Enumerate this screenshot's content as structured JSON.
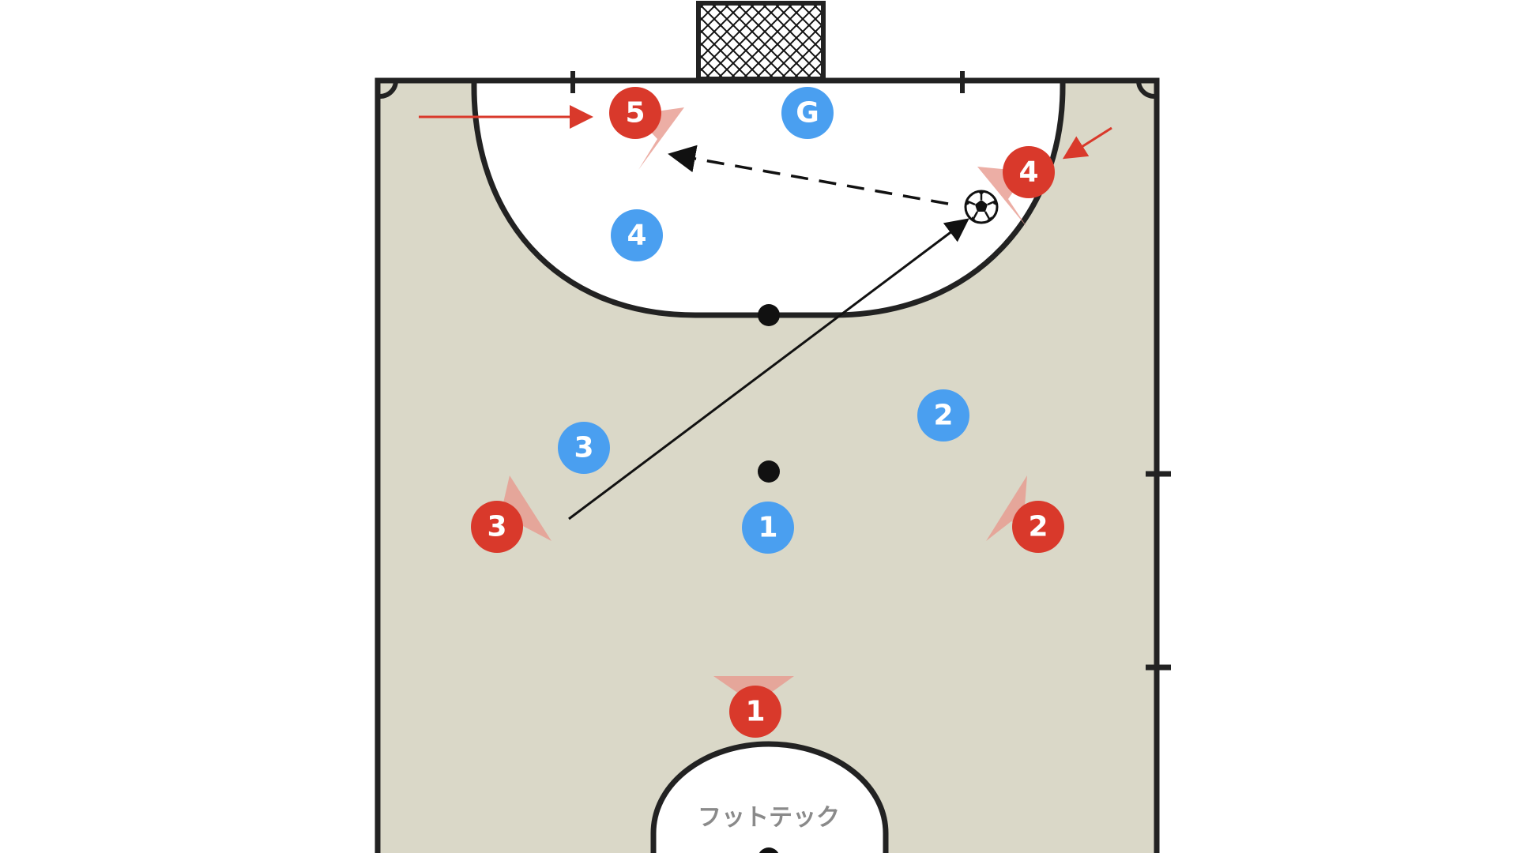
{
  "watermark": "フットテック",
  "colors": {
    "court": "#dad8c8",
    "line": "#222222",
    "area": "#ffffff",
    "red_team": "#d9392b",
    "blue_team": "#4a9ff0",
    "facing": "#e79a8f",
    "movement_arrow": "#d9392b"
  },
  "teams": {
    "red": {
      "players": [
        {
          "label": "5"
        },
        {
          "label": "4"
        },
        {
          "label": "3"
        },
        {
          "label": "2"
        },
        {
          "label": "1"
        }
      ]
    },
    "blue": {
      "players": [
        {
          "label": "G"
        },
        {
          "label": "4"
        },
        {
          "label": "3"
        },
        {
          "label": "2"
        },
        {
          "label": "1"
        }
      ]
    }
  },
  "ball": {
    "icon": "soccer-ball-icon"
  },
  "arrows": [
    {
      "name": "pass-arrow",
      "style": "solid"
    },
    {
      "name": "shot-arrow",
      "style": "dashed"
    },
    {
      "name": "run-arrow-player-5",
      "style": "solid-red"
    },
    {
      "name": "run-arrow-player-4",
      "style": "solid-red"
    }
  ]
}
